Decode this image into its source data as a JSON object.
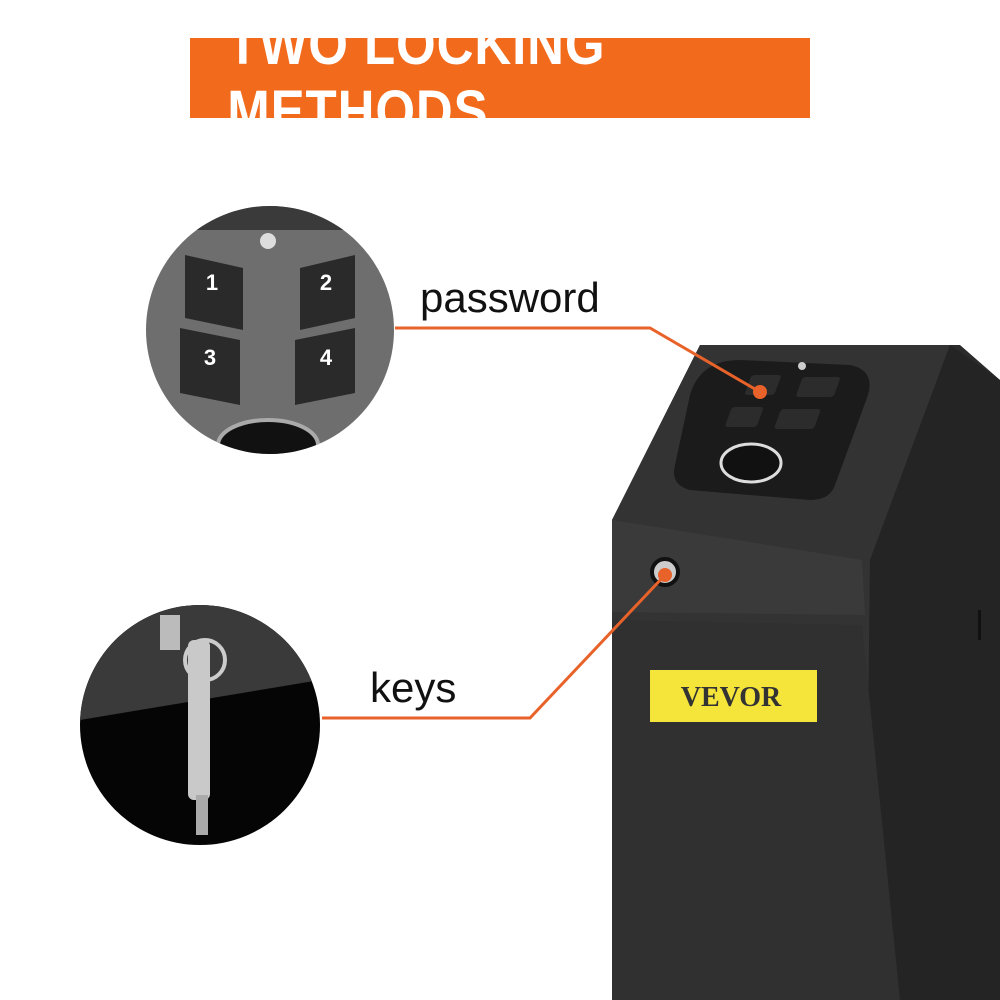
{
  "banner": {
    "title": "TWO LOCKING METHODS",
    "color": "#f26a1b"
  },
  "callouts": [
    {
      "label": "password",
      "icon": "keypad-closeup"
    },
    {
      "label": "keys",
      "icon": "key-lock-closeup"
    }
  ],
  "keypad": {
    "keys": [
      "1",
      "2",
      "3",
      "4"
    ]
  },
  "brand": {
    "logo_text": "VEVOR",
    "label_color": "#f5e43a"
  },
  "line_color": "#e8622a"
}
